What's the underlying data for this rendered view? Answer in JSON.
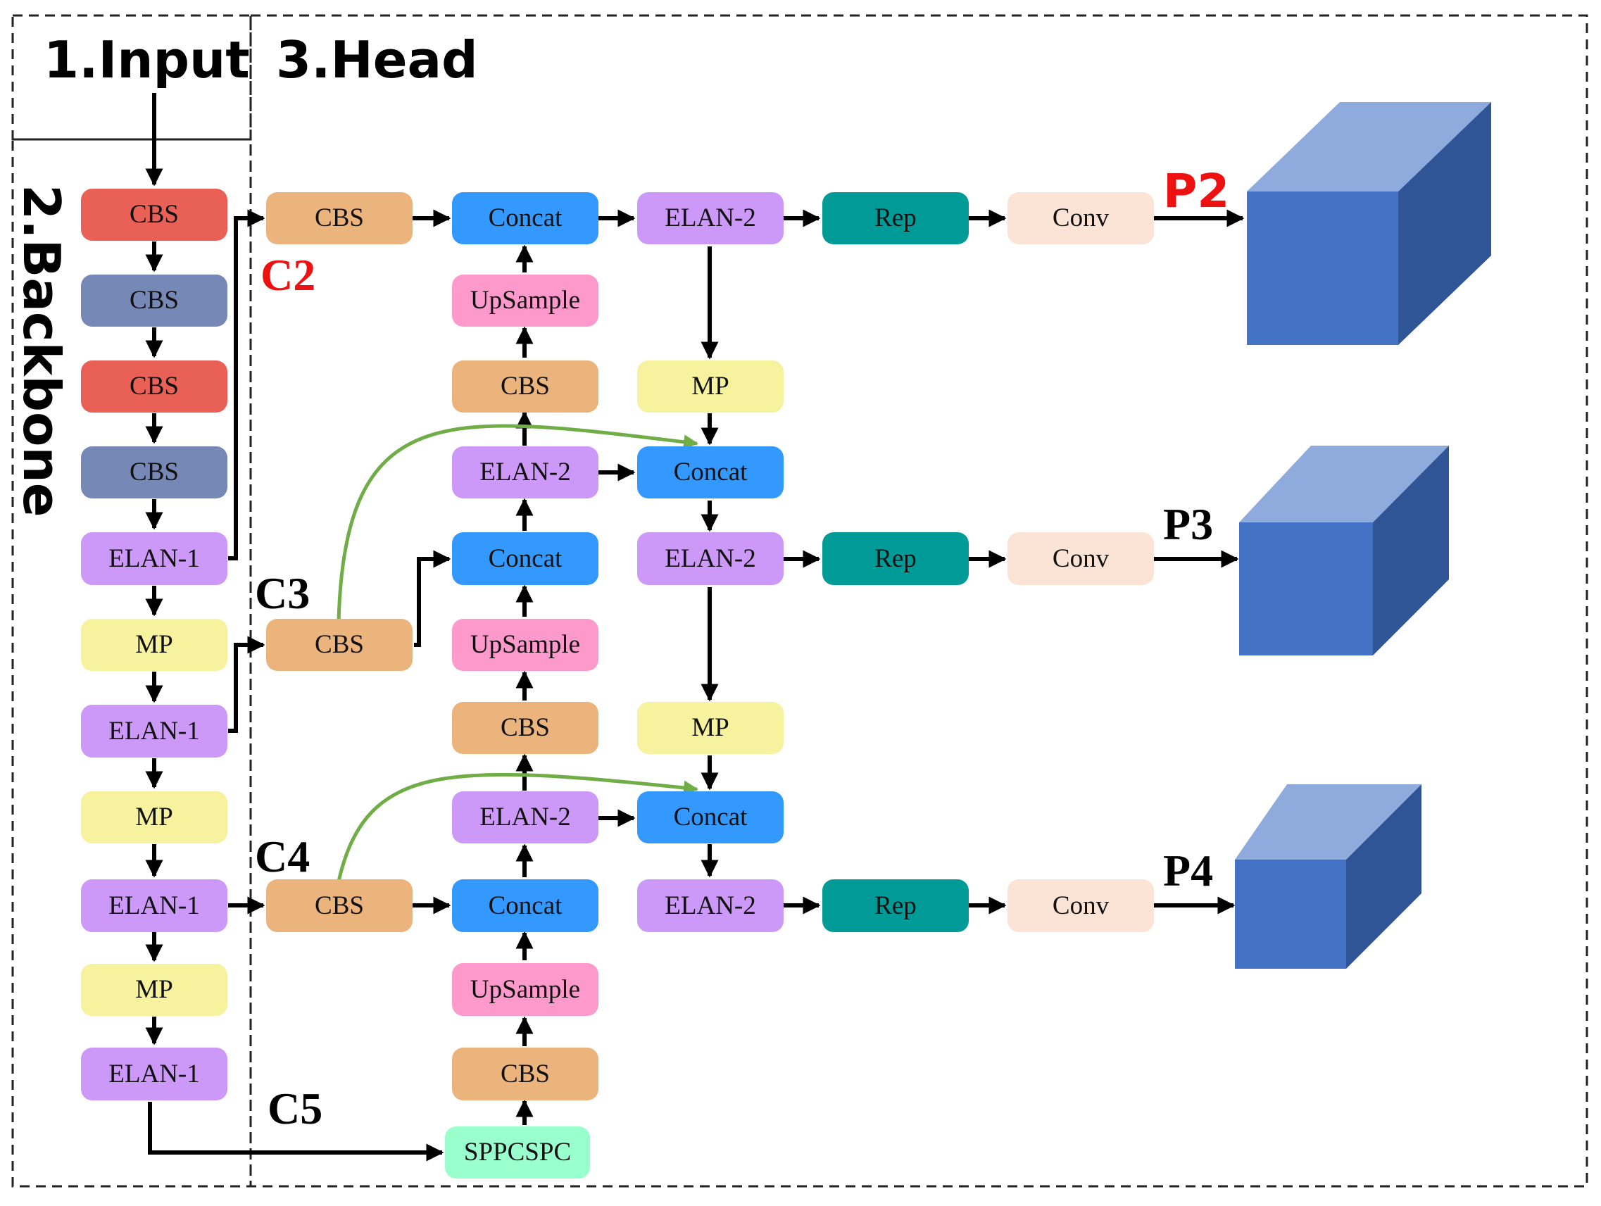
{
  "sections": {
    "input": "1.Input",
    "backbone": "2.Backbone",
    "head": "3.Head"
  },
  "colors": {
    "cbs_red": "#E96057",
    "cbs_slate": "#7688B5",
    "elan": "#CC99F8",
    "mp": "#F6F29D",
    "cbs_orange": "#EBB47D",
    "concat": "#3399FF",
    "upsample": "#FE99CC",
    "rep": "#009B96",
    "conv": "#FBE4D5",
    "sppcspc": "#99FFCC",
    "green_arrow": "#70AD47",
    "cube_front": "#4472C4",
    "cube_top": "#8FAADC",
    "cube_side": "#2F5597"
  },
  "backbone": [
    "CBS",
    "CBS",
    "CBS",
    "CBS",
    "ELAN-1",
    "MP",
    "ELAN-1",
    "MP",
    "ELAN-1",
    "MP",
    "ELAN-1"
  ],
  "features": {
    "c2": "C2",
    "c3": "C3",
    "c4": "C4",
    "c5": "C5"
  },
  "neck": {
    "cbs_c2": "CBS",
    "cbs_c3": "CBS",
    "cbs_c4": "CBS",
    "upper_stack": [
      "Concat",
      "UpSample",
      "CBS",
      "ELAN-2"
    ],
    "middle_stack": [
      "Concat",
      "UpSample",
      "CBS",
      "ELAN-2"
    ],
    "lower_stack": [
      "Concat",
      "UpSample",
      "CBS"
    ],
    "sppcspc": "SPPCSPC"
  },
  "head": {
    "elan2_p2": "ELAN-2",
    "mp_1": "MP",
    "concat_1": "Concat",
    "elan2_p3": "ELAN-2",
    "mp_2": "MP",
    "concat_2": "Concat",
    "elan2_p4": "ELAN-2",
    "rep": "Rep",
    "conv": "Conv"
  },
  "outputs": {
    "p2": "P2",
    "p3": "P3",
    "p4": "P4"
  }
}
